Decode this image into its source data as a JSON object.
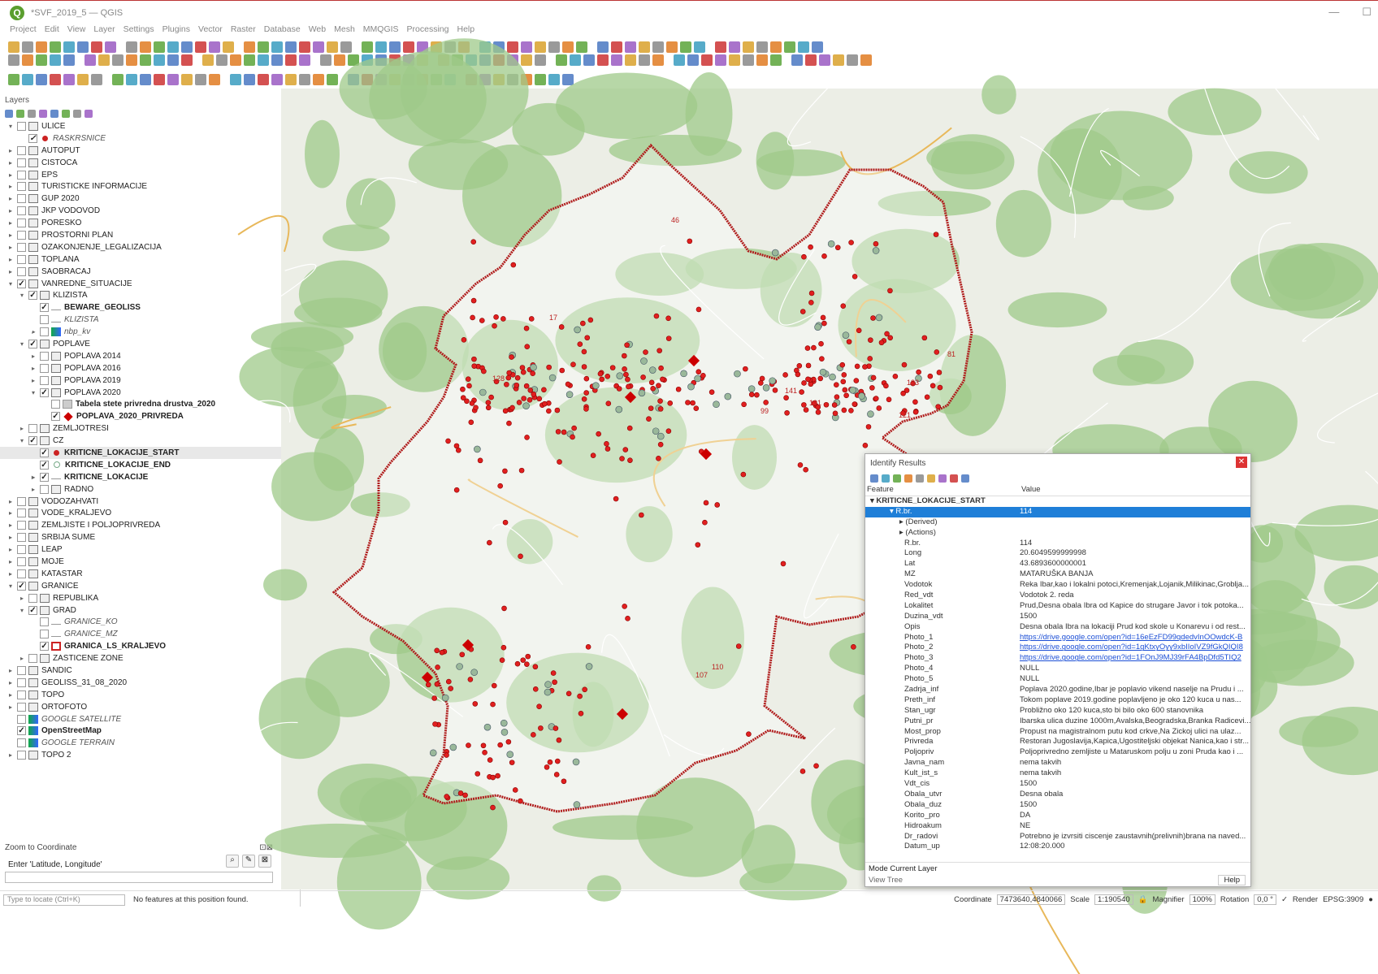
{
  "window": {
    "title": "*SVF_2019_5 — QGIS",
    "logo": "Q",
    "minimize": "—",
    "maximize": "☐"
  },
  "menu": [
    "Project",
    "Edit",
    "View",
    "Layer",
    "Settings",
    "Plugins",
    "Vector",
    "Raster",
    "Database",
    "Web",
    "Mesh",
    "MMQGIS",
    "Processing",
    "Help"
  ],
  "layers_panel": {
    "title": "Layers",
    "items": [
      {
        "label": "ULICE",
        "lvl": 0,
        "exp": "▾",
        "cb": "",
        "sym": "group"
      },
      {
        "label": "RASKRSNICE",
        "lvl": 1,
        "exp": "",
        "cb": "✓",
        "sym": "dot",
        "style": "italic"
      },
      {
        "label": "AUTOPUT",
        "lvl": 0,
        "exp": "▸",
        "cb": "",
        "sym": "group"
      },
      {
        "label": "CISTOCA",
        "lvl": 0,
        "exp": "▸",
        "cb": "",
        "sym": "group"
      },
      {
        "label": "EPS",
        "lvl": 0,
        "exp": "▸",
        "cb": "",
        "sym": "group"
      },
      {
        "label": "TURISTICKE INFORMACIJE",
        "lvl": 0,
        "exp": "▸",
        "cb": "",
        "sym": "group"
      },
      {
        "label": "GUP 2020",
        "lvl": 0,
        "exp": "▸",
        "cb": "",
        "sym": "group"
      },
      {
        "label": "JKP VODOVOD",
        "lvl": 0,
        "exp": "▸",
        "cb": "",
        "sym": "group"
      },
      {
        "label": "PORESKO",
        "lvl": 0,
        "exp": "▸",
        "cb": "",
        "sym": "group"
      },
      {
        "label": "PROSTORNI PLAN",
        "lvl": 0,
        "exp": "▸",
        "cb": "",
        "sym": "group"
      },
      {
        "label": "OZAKONJENJE_LEGALIZACIJA",
        "lvl": 0,
        "exp": "▸",
        "cb": "",
        "sym": "group"
      },
      {
        "label": "TOPLANA",
        "lvl": 0,
        "exp": "▸",
        "cb": "",
        "sym": "group"
      },
      {
        "label": "SAOBRACAJ",
        "lvl": 0,
        "exp": "▸",
        "cb": "",
        "sym": "group"
      },
      {
        "label": "VANREDNE_SITUACIJE",
        "lvl": 0,
        "exp": "▾",
        "cb": "✓",
        "sym": "group"
      },
      {
        "label": "KLIZISTA",
        "lvl": 1,
        "exp": "▾",
        "cb": "✓",
        "sym": "group"
      },
      {
        "label": "BEWARE_GEOLISS",
        "lvl": 2,
        "exp": "",
        "cb": "✓",
        "sym": "line",
        "style": "bold"
      },
      {
        "label": "KLIZISTA",
        "lvl": 2,
        "exp": "",
        "cb": "",
        "sym": "line",
        "style": "italic"
      },
      {
        "label": "nbp_kv",
        "lvl": 2,
        "exp": "▸",
        "cb": "",
        "sym": "raster",
        "style": "italic"
      },
      {
        "label": "POPLAVE",
        "lvl": 1,
        "exp": "▾",
        "cb": "✓",
        "sym": "group"
      },
      {
        "label": "POPLAVA 2014",
        "lvl": 2,
        "exp": "▸",
        "cb": "",
        "sym": "group"
      },
      {
        "label": "POPLAVA 2016",
        "lvl": 2,
        "exp": "▸",
        "cb": "",
        "sym": "group"
      },
      {
        "label": "POPLAVA 2019",
        "lvl": 2,
        "exp": "▸",
        "cb": "",
        "sym": "group"
      },
      {
        "label": "POPLAVA 2020",
        "lvl": 2,
        "exp": "▾",
        "cb": "✓",
        "sym": "group"
      },
      {
        "label": "Tabela stete privredna drustva_2020",
        "lvl": 3,
        "exp": "",
        "cb": "",
        "sym": "table",
        "style": "bold"
      },
      {
        "label": "POPLAVA_2020_PRIVREDA",
        "lvl": 3,
        "exp": "",
        "cb": "✓",
        "sym": "diamond",
        "style": "bold"
      },
      {
        "label": "ZEMLJOTRESI",
        "lvl": 1,
        "exp": "▸",
        "cb": "",
        "sym": "group"
      },
      {
        "label": "CZ",
        "lvl": 1,
        "exp": "▾",
        "cb": "✓",
        "sym": "group"
      },
      {
        "label": "KRITICNE_LOKACIJE_START",
        "lvl": 2,
        "exp": "",
        "cb": "✓",
        "sym": "dot",
        "style": "bold",
        "selected": true
      },
      {
        "label": "KRITICNE_LOKACIJE_END",
        "lvl": 2,
        "exp": "",
        "cb": "✓",
        "sym": "ring",
        "style": "bold"
      },
      {
        "label": "KRITICNE_LOKACIJE",
        "lvl": 2,
        "exp": "▸",
        "cb": "✓",
        "sym": "line",
        "style": "bold"
      },
      {
        "label": "RADNO",
        "lvl": 2,
        "exp": "▸",
        "cb": "",
        "sym": "group"
      },
      {
        "label": "VODOZAHVATI",
        "lvl": 0,
        "exp": "▸",
        "cb": "",
        "sym": "group"
      },
      {
        "label": "VODE_KRALJEVO",
        "lvl": 0,
        "exp": "▸",
        "cb": "",
        "sym": "group"
      },
      {
        "label": "ZEMLJISTE I POLJOPRIVREDA",
        "lvl": 0,
        "exp": "▸",
        "cb": "",
        "sym": "group"
      },
      {
        "label": "SRBIJA SUME",
        "lvl": 0,
        "exp": "▸",
        "cb": "",
        "sym": "group"
      },
      {
        "label": "LEAP",
        "lvl": 0,
        "exp": "▸",
        "cb": "",
        "sym": "group"
      },
      {
        "label": "MOJE",
        "lvl": 0,
        "exp": "▸",
        "cb": "",
        "sym": "group"
      },
      {
        "label": "KATASTAR",
        "lvl": 0,
        "exp": "▸",
        "cb": "",
        "sym": "group"
      },
      {
        "label": "GRANICE",
        "lvl": 0,
        "exp": "▾",
        "cb": "✓",
        "sym": "group"
      },
      {
        "label": "REPUBLIKA",
        "lvl": 1,
        "exp": "▸",
        "cb": "",
        "sym": "group"
      },
      {
        "label": "GRAD",
        "lvl": 1,
        "exp": "▾",
        "cb": "✓",
        "sym": "group"
      },
      {
        "label": "GRANICE_KO",
        "lvl": 2,
        "exp": "",
        "cb": "",
        "sym": "line",
        "style": "italic"
      },
      {
        "label": "GRANICE_MZ",
        "lvl": 2,
        "exp": "",
        "cb": "",
        "sym": "line",
        "style": "italic"
      },
      {
        "label": "GRANICA_LS_KRALJEVO",
        "lvl": 2,
        "exp": "",
        "cb": "✓",
        "sym": "redbox",
        "style": "bold"
      },
      {
        "label": "ZASTICENE ZONE",
        "lvl": 1,
        "exp": "▸",
        "cb": "",
        "sym": "group"
      },
      {
        "label": "SANDIC",
        "lvl": 0,
        "exp": "▸",
        "cb": "",
        "sym": "group"
      },
      {
        "label": "GEOLISS_31_08_2020",
        "lvl": 0,
        "exp": "▸",
        "cb": "",
        "sym": "group"
      },
      {
        "label": "TOPO",
        "lvl": 0,
        "exp": "▸",
        "cb": "",
        "sym": "group"
      },
      {
        "label": "ORTOFOTO",
        "lvl": 0,
        "exp": "▸",
        "cb": "",
        "sym": "group"
      },
      {
        "label": "GOOGLE SATELLITE",
        "lvl": 0,
        "exp": "",
        "cb": "",
        "sym": "raster",
        "style": "italic"
      },
      {
        "label": "OpenStreetMap",
        "lvl": 0,
        "exp": "",
        "cb": "✓",
        "sym": "raster",
        "style": "bold"
      },
      {
        "label": "GOOGLE TERRAIN",
        "lvl": 0,
        "exp": "",
        "cb": "",
        "sym": "raster",
        "style": "italic"
      },
      {
        "label": "TOPO 2",
        "lvl": 0,
        "exp": "▸",
        "cb": "",
        "sym": "group"
      }
    ]
  },
  "zoom_panel": {
    "title": "Zoom to Coordinate",
    "label": "Enter 'Latitude, Longitude'"
  },
  "identify": {
    "title": "Identify Results",
    "col_feature": "Feature",
    "col_value": "Value",
    "layer": "KRITICNE_LOKACIJE_START",
    "selected_field": "R.br.",
    "selected_value": "114",
    "derived": "(Derived)",
    "actions": "(Actions)",
    "rows": [
      {
        "f": "R.br.",
        "v": "114"
      },
      {
        "f": "Long",
        "v": "20.6049599999998"
      },
      {
        "f": "Lat",
        "v": "43.6893600000001"
      },
      {
        "f": "MZ",
        "v": "MATARUŠKA BANJA"
      },
      {
        "f": "Vodotok",
        "v": "Reka Ibar,kao i lokalni potoci,Kremenjak,Lojanik,Milikinac,Groblja..."
      },
      {
        "f": "Red_vdt",
        "v": "Vodotok 2. reda"
      },
      {
        "f": "Lokalitet",
        "v": "Prud,Desna obala Ibra od Kapice do strugare Javor i tok potoka..."
      },
      {
        "f": "Duzina_vdt",
        "v": "1500"
      },
      {
        "f": "Opis",
        "v": "Desna obala Ibra na lokaciji Prud kod skole u Konarevu i od rest..."
      },
      {
        "f": "Photo_1",
        "v": "https://drive.google.com/open?id=16eEzFD99qdedvInOOwdcK-B",
        "link": true
      },
      {
        "f": "Photo_2",
        "v": "https://drive.google.com/open?id=1gKtxyOyy9xbIIoIVZ9fGkQIQI8",
        "link": true
      },
      {
        "f": "Photo_3",
        "v": "https://drive.google.com/open?id=1FOnJ9MJ39rFA4BpDfd5TIQ2",
        "link": true
      },
      {
        "f": "Photo_4",
        "v": "NULL"
      },
      {
        "f": "Photo_5",
        "v": "NULL"
      },
      {
        "f": "Zadrja_inf",
        "v": "Poplava 2020.godine,Ibar je poplavio vikend naselje na Prudu i ..."
      },
      {
        "f": "Preth_inf",
        "v": "Tokom poplave 2019.godine poplavljeno je oko 120 kuca u nas..."
      },
      {
        "f": "Stan_ugr",
        "v": "Probližno oko 120 kuca,sto bi bilo oko 600 stanovnika"
      },
      {
        "f": "Putni_pr",
        "v": "Ibarska ulica duzine 1000m,Avalska,Beogradska,Branka Radicevi..."
      },
      {
        "f": "Most_prop",
        "v": "Propust na magistralnom putu kod crkve,Na Zickoj ulici na ulaz..."
      },
      {
        "f": "Privreda",
        "v": "Restoran Jugoslavija,Kapica,Ugostiteljski objekat Nanica,kao i str..."
      },
      {
        "f": "Poljopriv",
        "v": "Poljoprivredno zemljiste u Mataruskom polju u zoni Pruda kao i ..."
      },
      {
        "f": "Javna_nam",
        "v": "nema takvih"
      },
      {
        "f": "Kult_ist_s",
        "v": "nema takvih"
      },
      {
        "f": "Vdt_cis",
        "v": "1500"
      },
      {
        "f": "Obala_utvr",
        "v": "Desna obala"
      },
      {
        "f": "Obala_duz",
        "v": "1500"
      },
      {
        "f": "Korito_pro",
        "v": "DA"
      },
      {
        "f": "Hidroakum",
        "v": "NE"
      },
      {
        "f": "Dr_radovi",
        "v": "Potrebno je izvrsiti ciscenje zaustavnih(prelivnih)brana na naved..."
      },
      {
        "f": "Datum_up",
        "v": "12:08:20.000"
      }
    ],
    "mode_label": "Mode",
    "mode_value": "Current Layer",
    "view_label": "View",
    "view_value": "Tree",
    "help": "Help"
  },
  "statusbar": {
    "locator_placeholder": "Type to locate (Ctrl+K)",
    "message": "No features at this position found.",
    "coord_label": "Coordinate",
    "coord_value": "7473640,4840066",
    "scale_label": "Scale",
    "scale_value": "1:190540",
    "magnifier_label": "Magnifier",
    "magnifier_value": "100%",
    "rotation_label": "Rotation",
    "rotation_value": "0,0 °",
    "render_label": "Render",
    "crs": "EPSG:3909"
  },
  "map_labels": [
    "46",
    "81",
    "17",
    "128",
    "141",
    "133",
    "121",
    "191",
    "110",
    "107",
    "99"
  ],
  "colors": {
    "boundary": "#b01c1c",
    "points": "#e11f1f",
    "forest": "#9fc98a",
    "land": "#eef0e8",
    "selection": "#1f7fd8"
  }
}
